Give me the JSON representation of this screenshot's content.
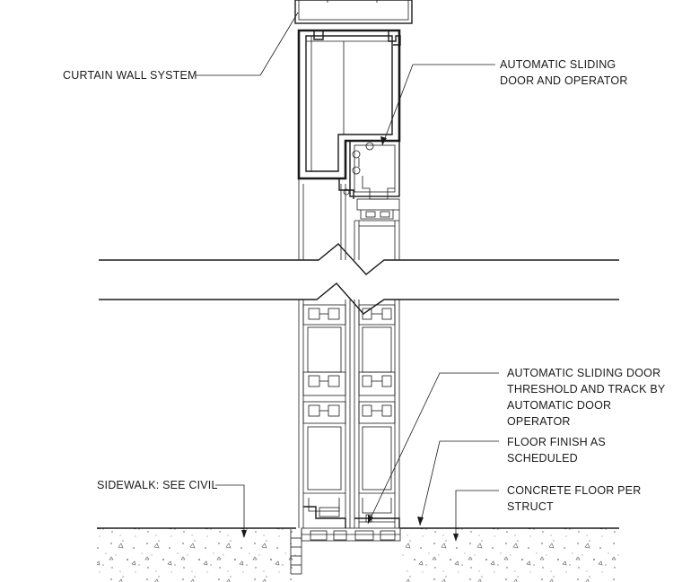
{
  "labels": {
    "curtain_wall": "CURTAIN WALL SYSTEM",
    "door_operator": [
      "AUTOMATIC SLIDING",
      "DOOR AND OPERATOR"
    ],
    "threshold": [
      "AUTOMATIC SLIDING DOOR",
      "THRESHOLD AND TRACK BY",
      "AUTOMATIC DOOR",
      "OPERATOR"
    ],
    "floor_finish": [
      "FLOOR FINISH AS",
      "SCHEDULED"
    ],
    "sidewalk": "SIDEWALK: SEE CIVIL",
    "concrete_floor": [
      "CONCRETE FLOOR PER",
      "STRUCT"
    ]
  }
}
